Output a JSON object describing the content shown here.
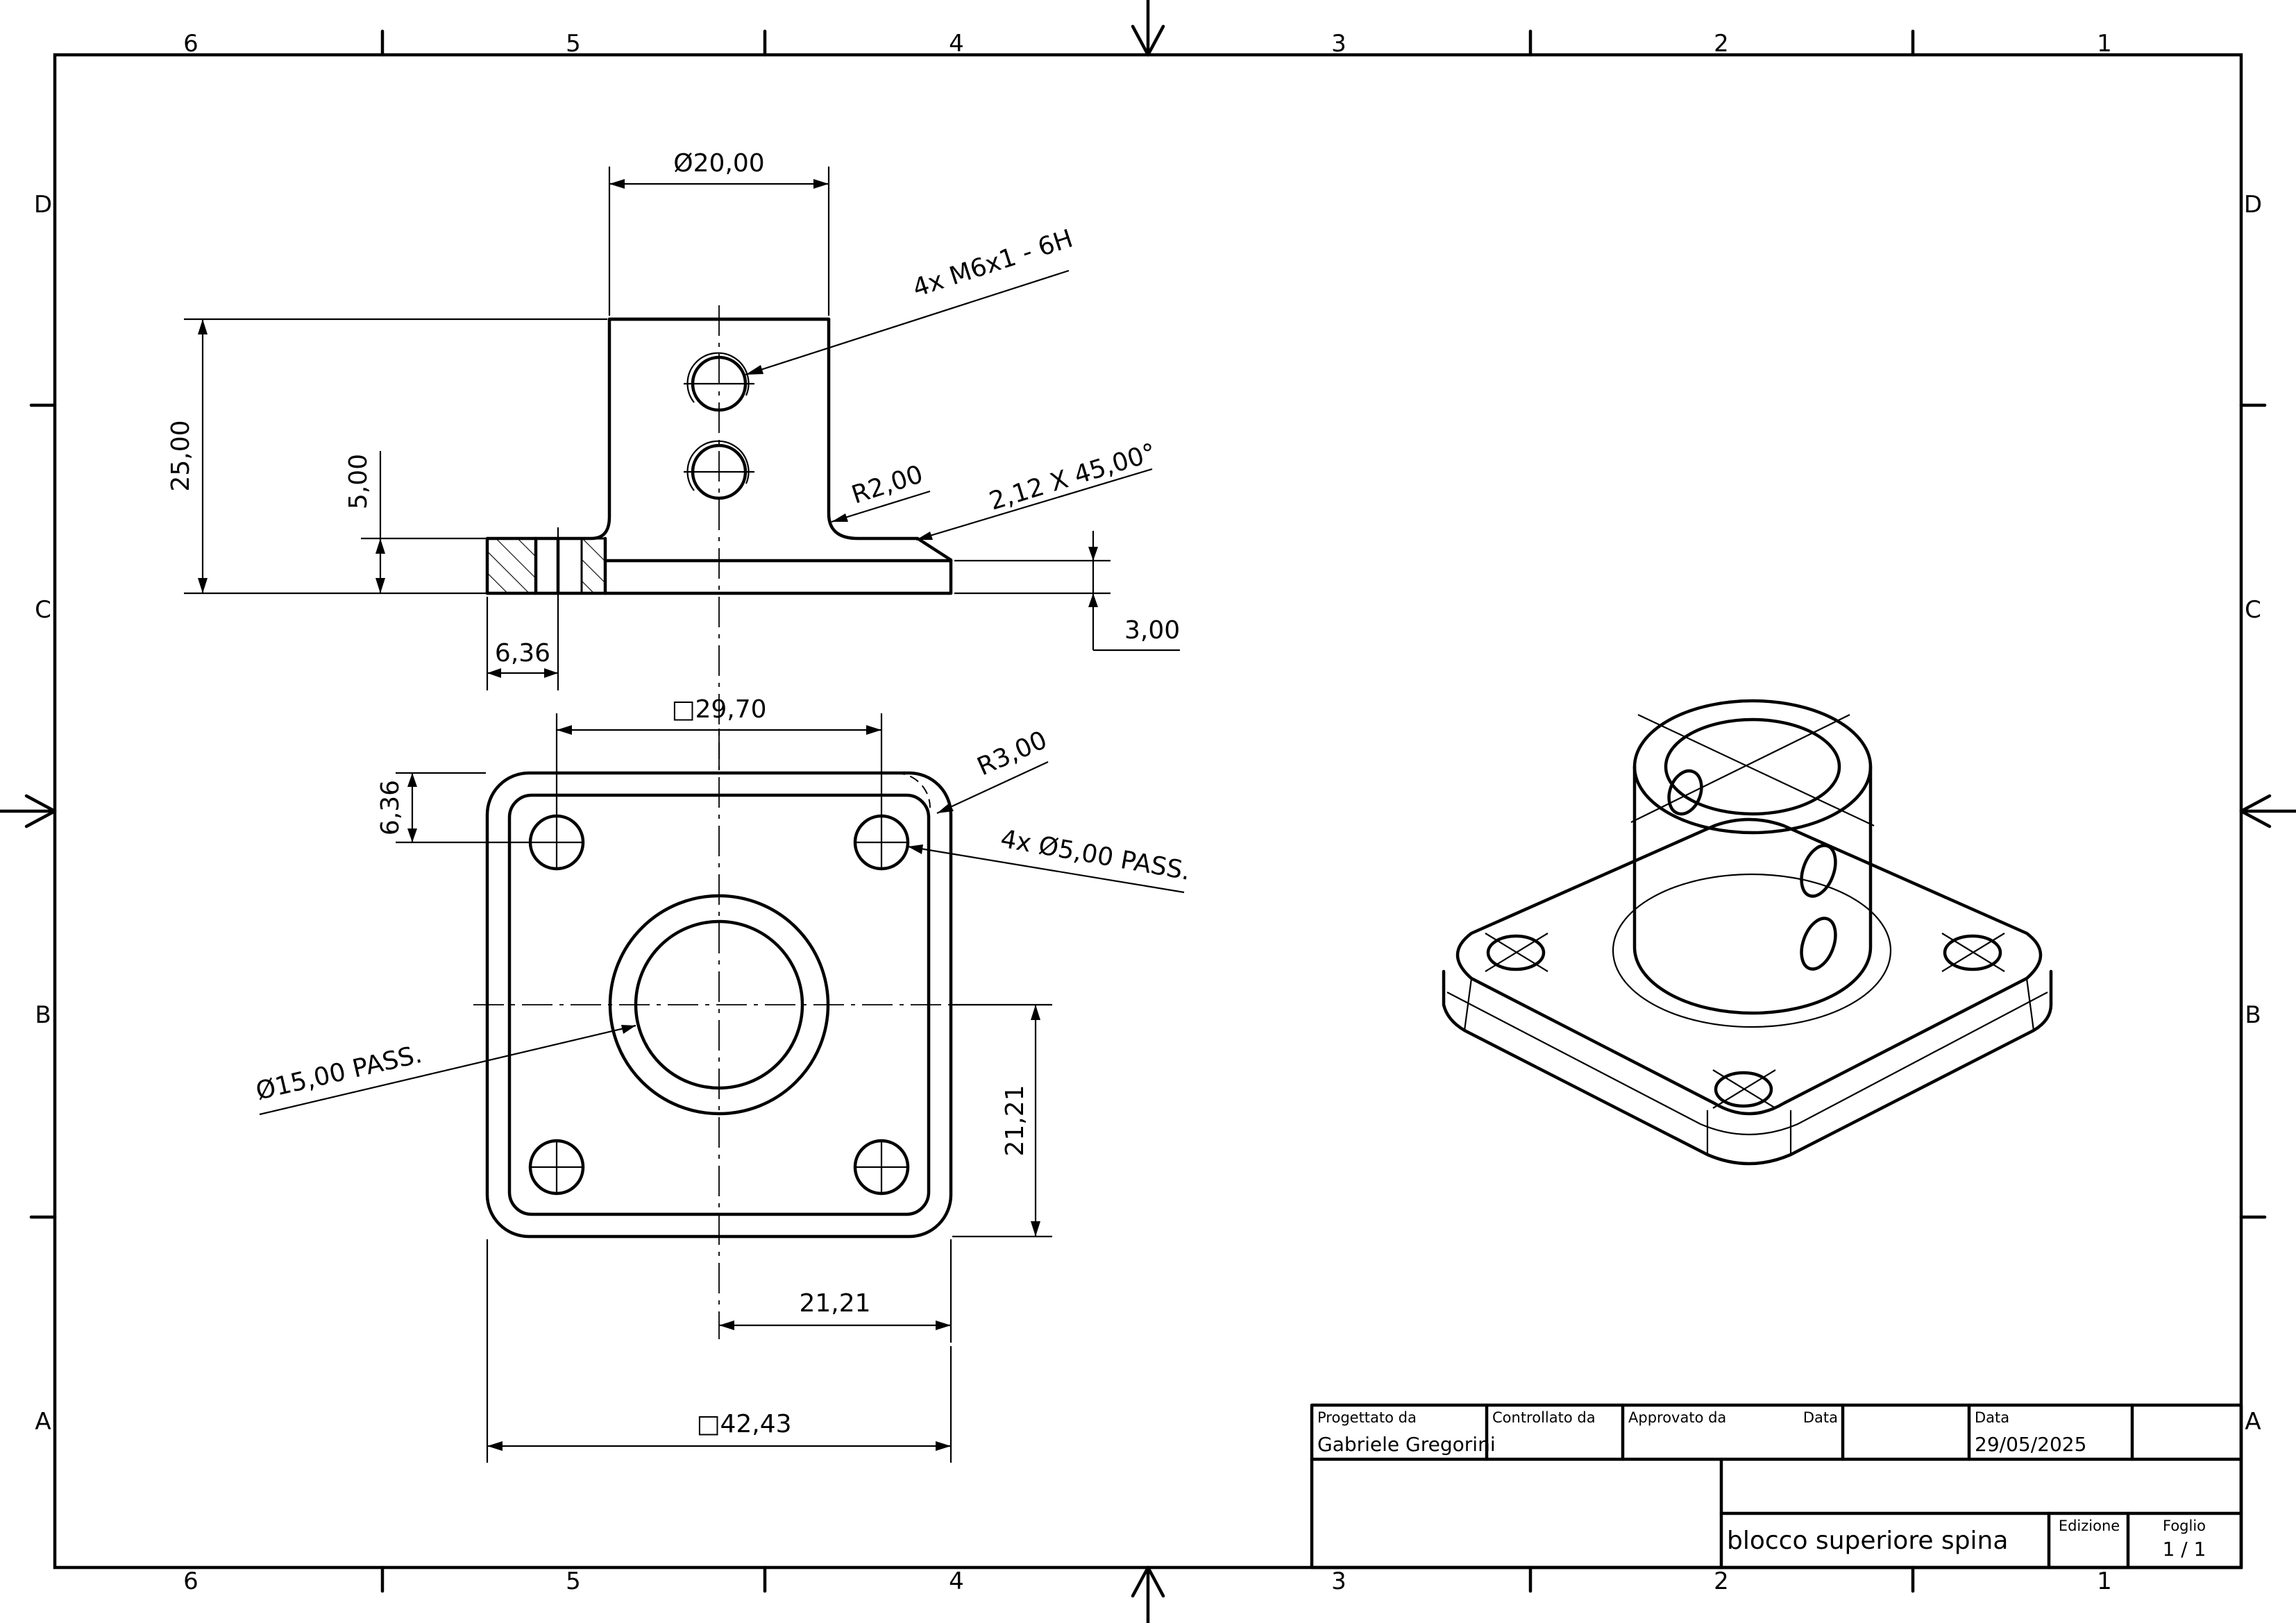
{
  "zones": {
    "columns": [
      "6",
      "5",
      "4",
      "3",
      "2",
      "1"
    ],
    "rows": [
      "D",
      "C",
      "B",
      "A"
    ]
  },
  "front_view": {
    "dia_top": "Ø20,00",
    "thread_callout": "4x M6x1 - 6H",
    "height_total": "25,00",
    "height_flange": "5,00",
    "fillet": "R2,00",
    "chamfer": "2,12 X 45,00°",
    "flange_thk": "3,00",
    "offset_hole": "6,36"
  },
  "top_view": {
    "inner_square": "□29,70",
    "corner_radius": "R3,00",
    "edge_offset": "6,36",
    "hole_callout": "4x Ø5,00 PASS.",
    "bore_callout": "Ø15,00 PASS.",
    "half_height": "21,21",
    "half_width": "21,21",
    "outer_square": "□42,43"
  },
  "title_block": {
    "designed_label": "Progettato da",
    "designed_value": "Gabriele Gregorini",
    "checked_label": "Controllato da",
    "approved_label": "Approvato da",
    "date_label_1": "Data",
    "date_label_2": "Data",
    "date_value": "29/05/2025",
    "title": "blocco superiore spina",
    "edition_label": "Edizione",
    "sheet_label": "Foglio",
    "sheet_value": "1 / 1"
  }
}
